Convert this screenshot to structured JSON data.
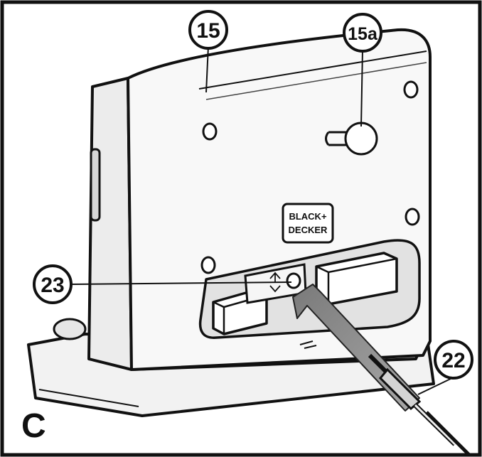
{
  "figure": {
    "letter": "C",
    "callouts": {
      "c15": "15",
      "c15a": "15a",
      "c23": "23",
      "c22": "22"
    },
    "logo": {
      "line1": "BLACK+",
      "line2": "DECKER"
    },
    "colors": {
      "line": "#111111",
      "fill_light": "#f4f4f4",
      "fill_mid": "#d9d9d9",
      "fill_dark": "#9a9a9a",
      "arrow": "#8c8c8c"
    }
  }
}
